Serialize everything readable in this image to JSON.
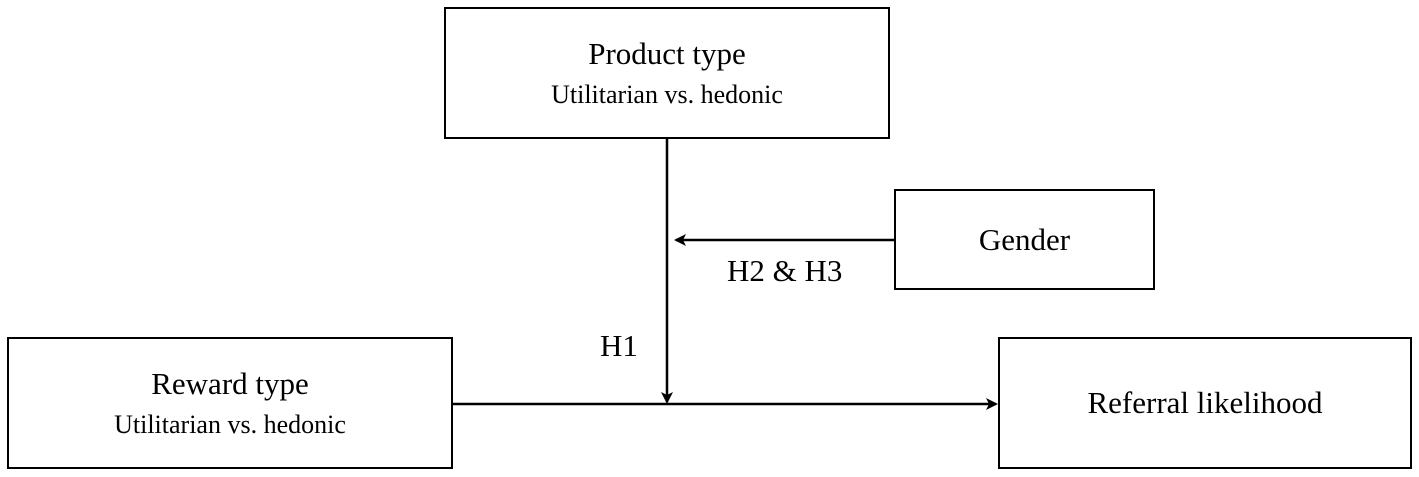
{
  "nodes": {
    "product_type": {
      "title": "Product type",
      "subtitle": "Utilitarian vs. hedonic"
    },
    "gender": {
      "title": "Gender"
    },
    "reward_type": {
      "title": "Reward type",
      "subtitle": "Utilitarian vs. hedonic"
    },
    "referral_likelihood": {
      "title": "Referral likelihood"
    }
  },
  "edges": {
    "h1_label": "H1",
    "h2_h3_label": "H2 & H3"
  },
  "colors": {
    "line": "#000000",
    "background": "#ffffff"
  }
}
